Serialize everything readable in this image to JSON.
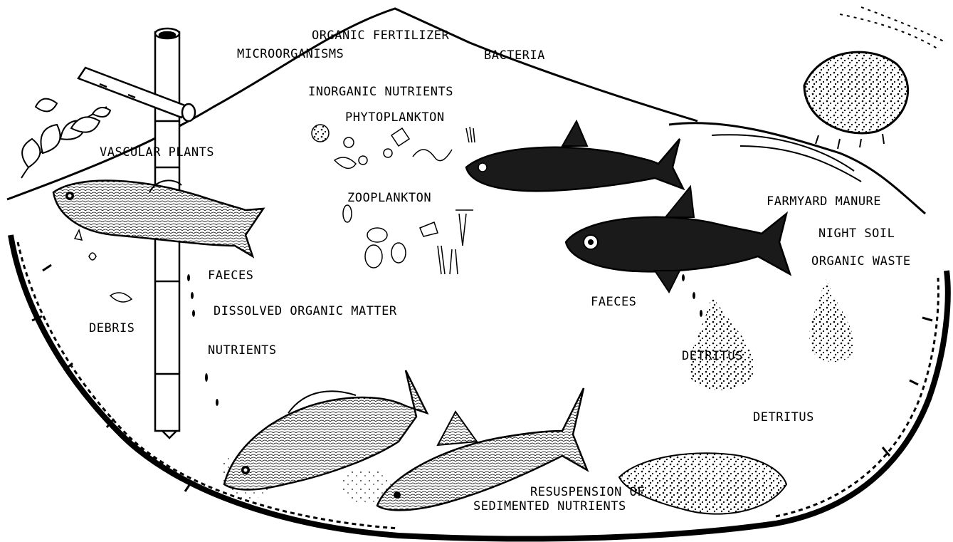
{
  "colors": {
    "ink": "#000000",
    "background": "#ffffff",
    "fish_dark": "#1a1a1a",
    "fish_light": "#e6e6e6"
  },
  "labels": {
    "organic_fertilizer": "ORGANIC FERTILIZER",
    "microorganisms": "MICROORGANISMS",
    "bacteria": "BACTERIA",
    "inorganic_nutrients": "INORGANIC NUTRIENTS",
    "phytoplankton": "PHYTOPLANKTON",
    "vascular_plants": "VASCULAR PLANTS",
    "zooplankton": "ZOOPLANKTON",
    "farmyard_manure": "FARMYARD MANURE",
    "night_soil": "NIGHT SOIL",
    "organic_waste": "ORGANIC WASTE",
    "faeces_left": "FAECES",
    "faeces_right": "FAECES",
    "dissolved_organic_matter": "DISSOLVED ORGANIC MATTER",
    "debris": "DEBRIS",
    "nutrients": "NUTRIENTS",
    "detritus_upper": "DETRITUS",
    "detritus_lower": "DETRITUS",
    "resuspension_line1": "RESUSPENSION OF",
    "resuspension_line2": "SEDIMENTED NUTRIENTS"
  },
  "icons": [
    "bamboo-pipe-icon",
    "leafy-plant-icon",
    "manure-heap-icon",
    "phytoplankton-icon",
    "zooplankton-icon",
    "fish-icon",
    "pond-bank-icon",
    "sediment-mound-icon"
  ]
}
